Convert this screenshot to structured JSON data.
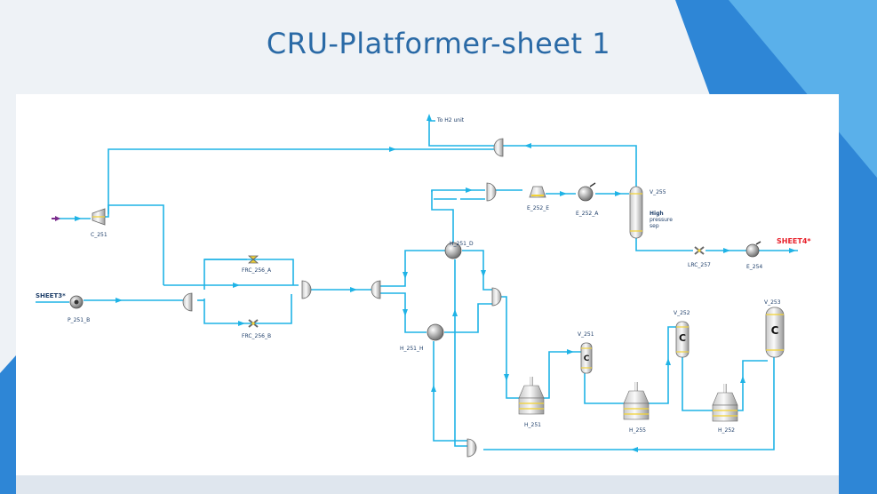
{
  "title": "CRU-Platformer-sheet 1",
  "labels": {
    "to_h2_unit": "To H2 unit",
    "c_251": "C_251",
    "e_252_e": "E_252_E",
    "e_252_a": "E_252_A",
    "v_255": "V_255",
    "high_pressure_sep": [
      "High",
      "pressure",
      "sep"
    ],
    "sheet4": "SHEET4*",
    "lrc_257": "LRC_257",
    "e_254": "E_254",
    "frc_256_a": "FRC_256_A",
    "frc_256_b": "FRC_256_B",
    "sheet3": "SHEET3*",
    "p_251_b": "P_251_B",
    "h_251_d": "H_251_D",
    "h_251_h": "H_251_H",
    "v_251": "V_251",
    "v_252": "V_252",
    "v_253": "V_253",
    "h_251": "H_251",
    "h_255": "H_255",
    "h_252": "H_252",
    "c_mark": "C"
  },
  "colors": {
    "stream": "#1fb3e6",
    "title": "#2a6aa6",
    "vessel_yellow": "#f2d233",
    "feed_purple": "#7a2a8c",
    "product_red": "#e8202a"
  }
}
